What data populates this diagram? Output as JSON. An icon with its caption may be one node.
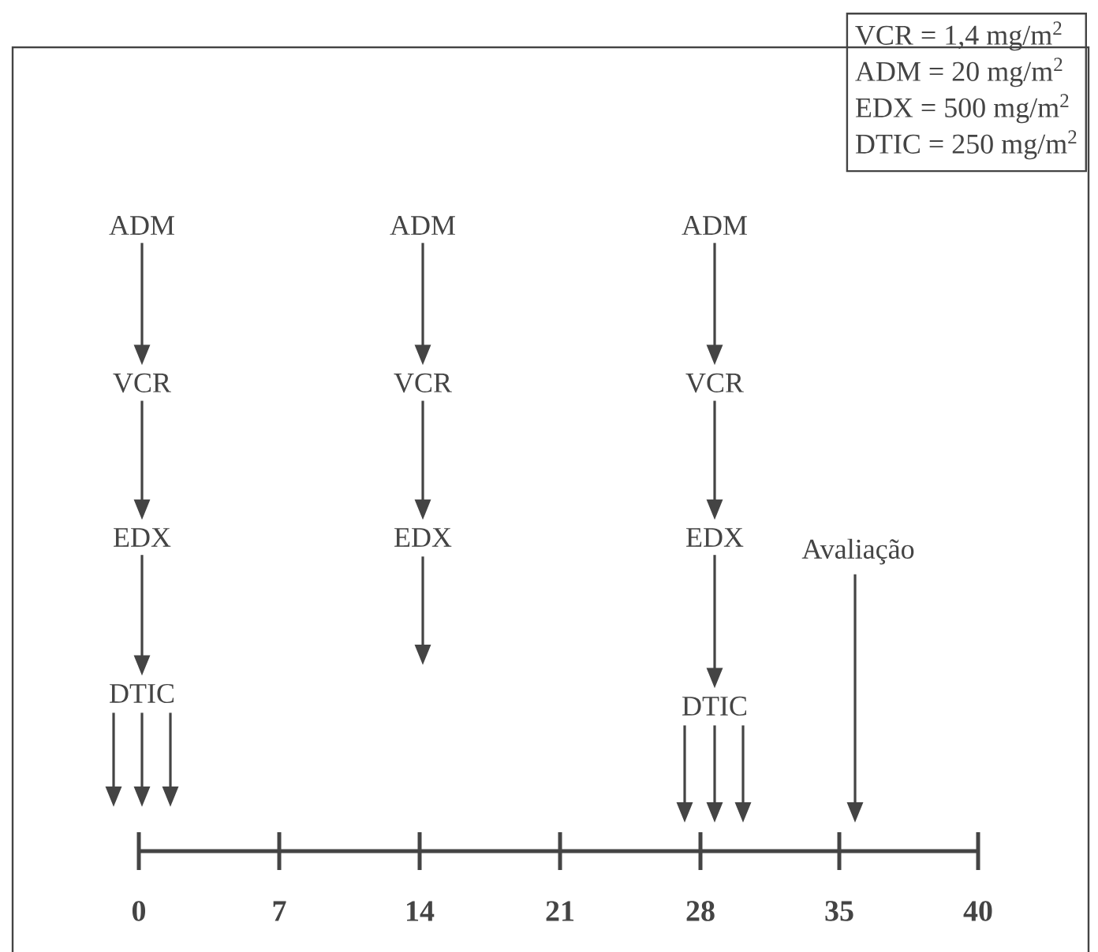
{
  "diagram": {
    "nodes": [
      {
        "text": [
          "VCR = 1,4 mg/m$^{2}$",
          "ADM = 20 mg/m$^{2}$",
          "EDX = 500 mg/m$^{2}$",
          "DTIC = 250 mg/m$^{2}$"
        ]
      },
      {
        "text": [
          "ADM"
        ]
      },
      {
        "text": [
          "VCR"
        ]
      },
      {
        "text": [
          "EDX"
        ]
      },
      {
        "text": [
          "DTIC"
        ]
      },
      {
        "text": [
          "ADM"
        ]
      },
      {
        "text": [
          "VCR"
        ]
      },
      {
        "text": [
          "EDX"
        ]
      },
      {
        "text": [
          "ADM"
        ]
      },
      {
        "text": [
          "VCR"
        ]
      },
      {
        "text": [
          "EDX"
        ]
      },
      {
        "text": [
          "DTIC"
        ]
      },
      {
        "text": [
          "Avaliação"
        ]
      }
    ],
    "edges": [
      {
        "from": 1,
        "to": 2,
        "arrow": "to"
      },
      {
        "from": 2,
        "to": 3,
        "arrow": "to"
      },
      {
        "from": 3,
        "to": 4,
        "arrow": "to"
      },
      {
        "from": 4,
        "to": null,
        "arrow": "to"
      },
      {
        "from": 4,
        "to": null,
        "arrow": "to"
      },
      {
        "from": 4,
        "to": null,
        "arrow": "to"
      },
      {
        "from": 5,
        "to": 6,
        "arrow": "to"
      },
      {
        "from": 6,
        "to": 7,
        "arrow": "to"
      },
      {
        "from": 7,
        "to": null,
        "arrow": "to"
      },
      {
        "from": 8,
        "to": 9,
        "arrow": "to"
      },
      {
        "from": 9,
        "to": 10,
        "arrow": "to"
      },
      {
        "from": 10,
        "to": 11,
        "arrow": "to"
      },
      {
        "from": 11,
        "to": null,
        "arrow": "to"
      },
      {
        "from": 11,
        "to": null,
        "arrow": "to"
      },
      {
        "from": 11,
        "to": null,
        "arrow": "to"
      },
      {
        "from": 12,
        "to": null,
        "arrow": "to"
      }
    ],
    "labels": [
      "0",
      "7",
      "14",
      "21",
      "28",
      "35",
      "40"
    ]
  }
}
